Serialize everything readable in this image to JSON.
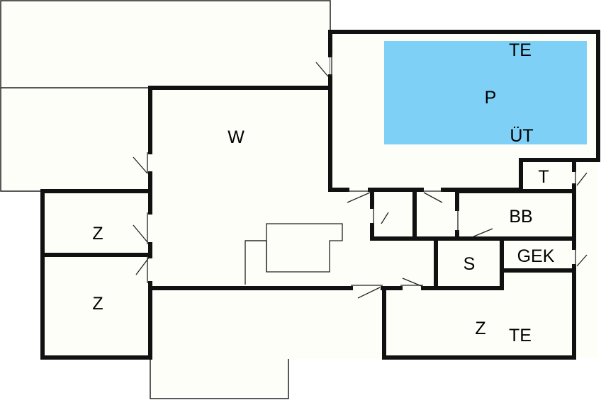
{
  "colors": {
    "floor": "#fdfef8",
    "wall": "#111111",
    "pool": "#7fd0f6",
    "thin_line": "#222222"
  },
  "rooms": {
    "terrace_top": "TE",
    "pool": "P",
    "pool_ut": "ÜT",
    "living": "W",
    "toilet": "T",
    "bath": "BB",
    "storage": "S",
    "gek": "GEK",
    "bedroom_upper": "Z",
    "bedroom_lower": "Z",
    "bedroom_right": "Z",
    "terrace_right": "TE"
  }
}
